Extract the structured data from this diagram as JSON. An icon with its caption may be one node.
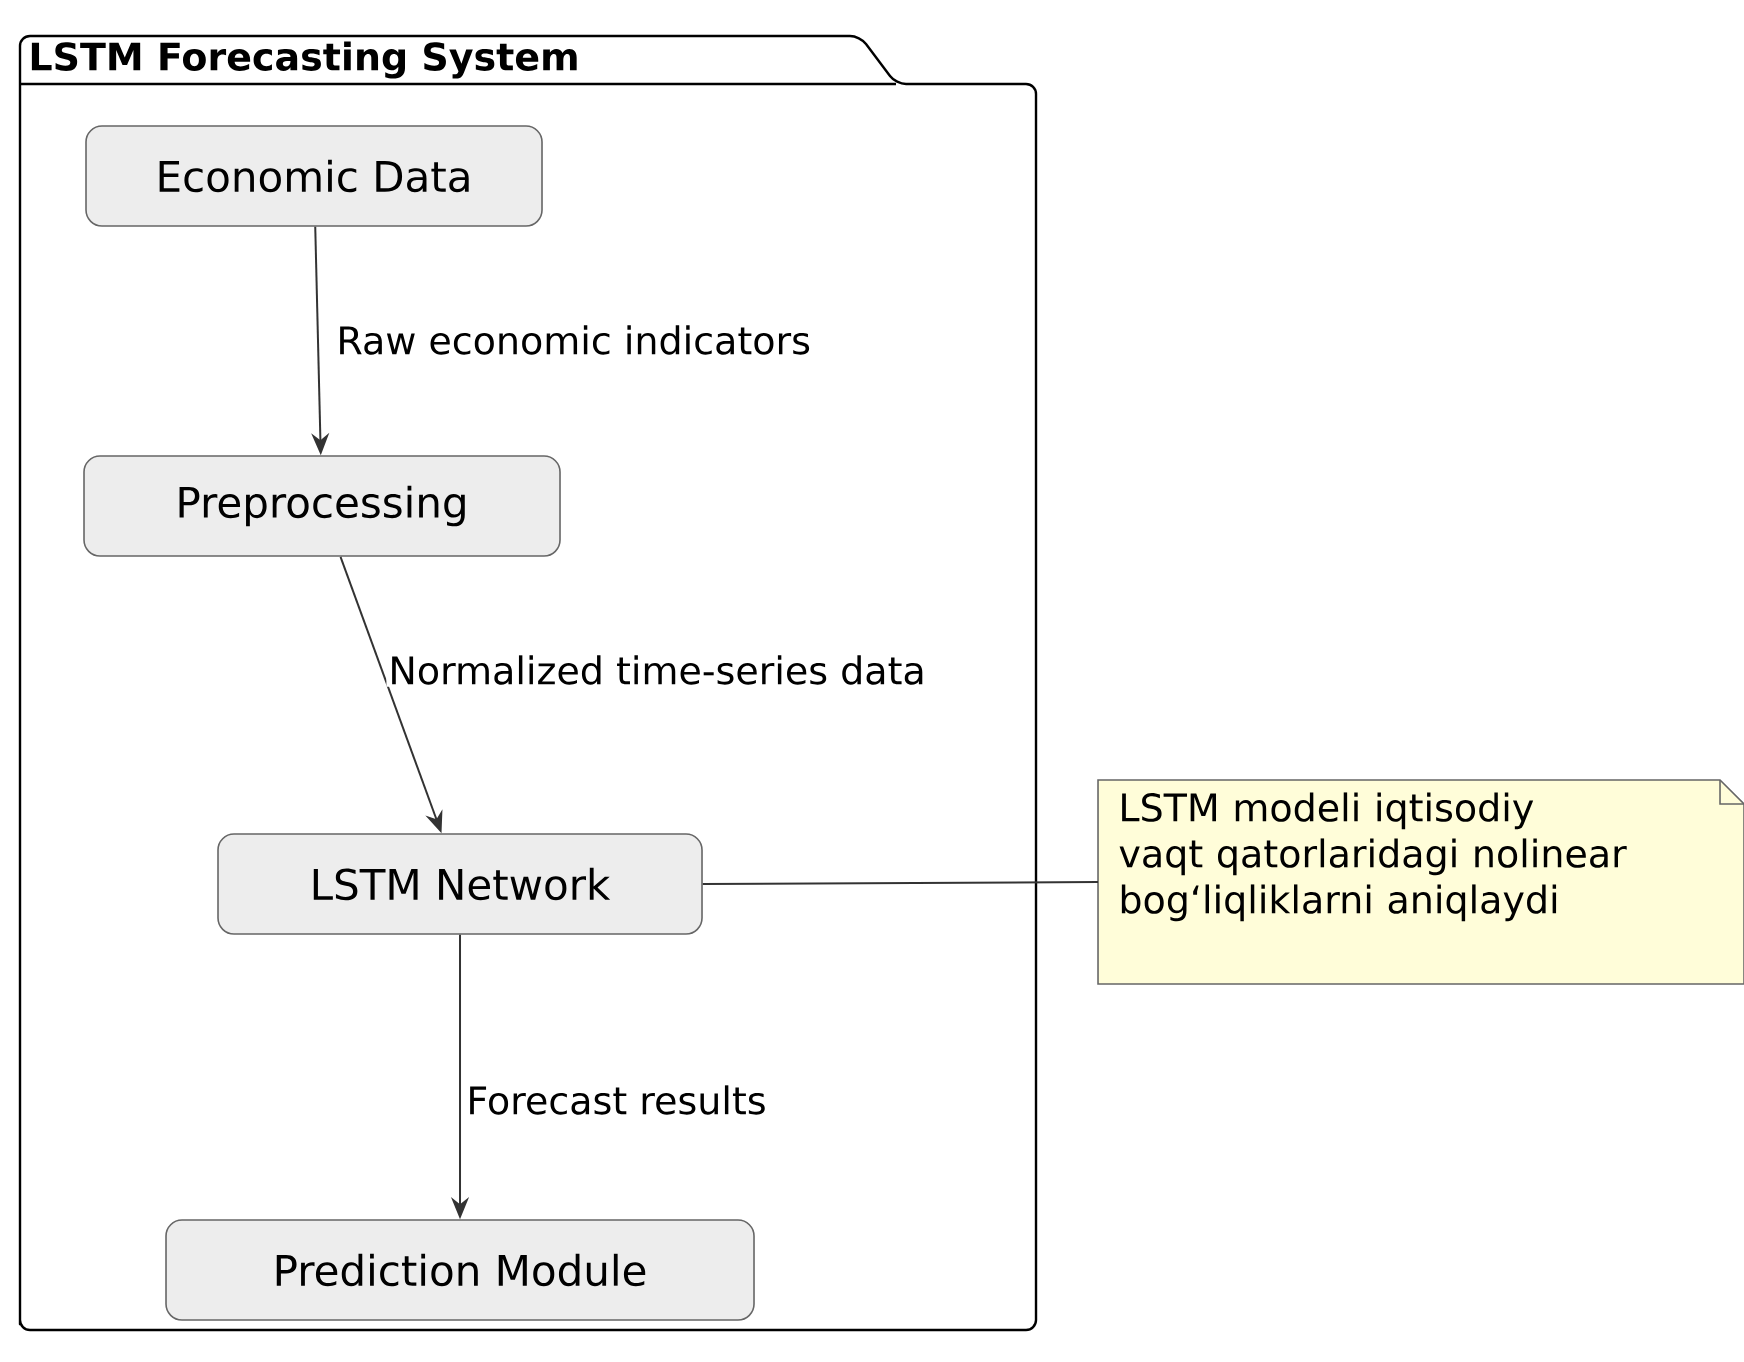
{
  "diagram": {
    "nodes": [
      {
        "text": [
          "LSTM Forecasting System"
        ]
      },
      {
        "text": [
          "Economic Data"
        ],
        "in": 0
      },
      {
        "text": [
          "Preprocessing"
        ],
        "in": 0
      },
      {
        "text": [
          "LSTM Network"
        ],
        "in": 0
      },
      {
        "text": [
          "Prediction Module"
        ],
        "in": 0
      },
      {
        "text": [
          "LSTM modeli iqtisodiy vaqt qatorlaridagi nolinear bog‘liqliklarni aniqlaydi"
        ]
      }
    ],
    "edges": [
      {
        "from": 1,
        "to": 2,
        "arrow": "to",
        "label": "Raw economic indicators"
      },
      {
        "from": 2,
        "to": 3,
        "arrow": "to",
        "label": "Normalized time-series data"
      },
      {
        "from": 3,
        "to": 4,
        "arrow": "to",
        "label": "Forecast results"
      },
      {
        "from": 3,
        "to": 5,
        "arrow": "none"
      }
    ]
  }
}
